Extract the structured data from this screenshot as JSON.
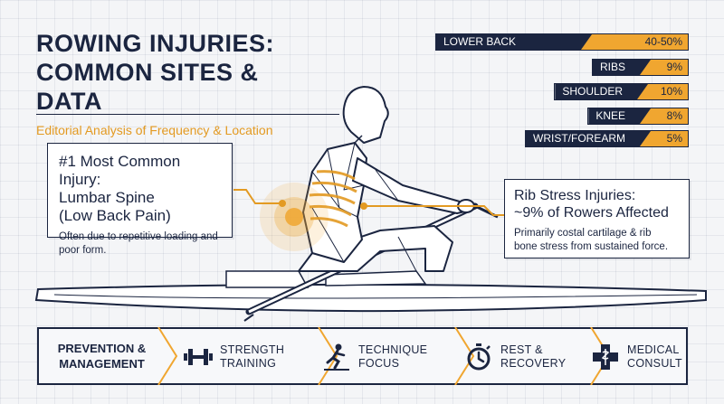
{
  "title": {
    "line1": "ROWING INJURIES:",
    "line2": "COMMON SITES & DATA",
    "subtitle": "Editorial Analysis of Frequency & Location"
  },
  "stats": [
    {
      "label": "LOWER BACK",
      "value": "40-50%",
      "level_percent": 45
    },
    {
      "label": "RIBS",
      "value": "9%",
      "level_percent": 9
    },
    {
      "label": "SHOULDER",
      "value": "10%",
      "level_percent": 10
    },
    {
      "label": "KNEE",
      "value": "8%",
      "level_percent": 8
    },
    {
      "label": "WRIST/FOREARM",
      "value": "5%",
      "level_percent": 5
    }
  ],
  "callout_left": {
    "title1": "#1 Most Common Injury:",
    "title2": "Lumbar Spine",
    "title3": "(Low Back Pain)",
    "text1": "Often due to repetitive loading and",
    "text2": "poor form."
  },
  "callout_right": {
    "title1": "Rib Stress Injuries:",
    "title2": "~9% of Rowers Affected",
    "text1": "Primarily costal cartilage & rib",
    "text2": "bone stress from sustained force."
  },
  "prevention": {
    "intro1": "PREVENTION &",
    "intro2": "MANAGEMENT",
    "items": [
      {
        "icon": "dumbbell-icon",
        "line1": "STRENGTH",
        "line2": "TRAINING"
      },
      {
        "icon": "technique-figure-icon",
        "line1": "TECHNIQUE",
        "line2": "FOCUS"
      },
      {
        "icon": "stopwatch-icon",
        "line1": "REST &",
        "line2": "RECOVERY"
      },
      {
        "icon": "medical-cross-icon",
        "line1": "MEDICAL",
        "line2": "CONSULT"
      }
    ]
  },
  "colors": {
    "navy": "#1b2540",
    "orange": "#f0a630",
    "highlight": "#e39a22",
    "background": "#f4f5f7"
  }
}
